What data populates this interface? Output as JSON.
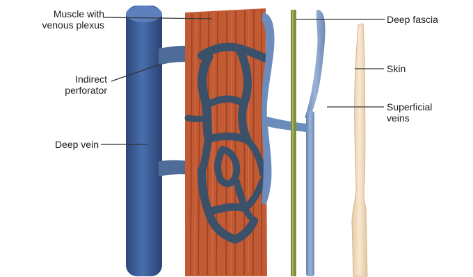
{
  "labels": {
    "muscle_line1": "Muscle with",
    "muscle_line2": "venous plexus",
    "indirect_line1": "Indirect",
    "indirect_line2": "perforator",
    "deep_vein": "Deep vein",
    "deep_fascia": "Deep fascia",
    "skin": "Skin",
    "superficial_line1": "Superficial",
    "superficial_line2": "veins"
  },
  "colors": {
    "deep_vein": "#3d5f9a",
    "muscle": "#c25a34",
    "venous_plexus": "#3b5069",
    "fascia": "#7d8f3e",
    "superficial_vein": "#7f9cc4",
    "skin": "#f1dcc0"
  }
}
